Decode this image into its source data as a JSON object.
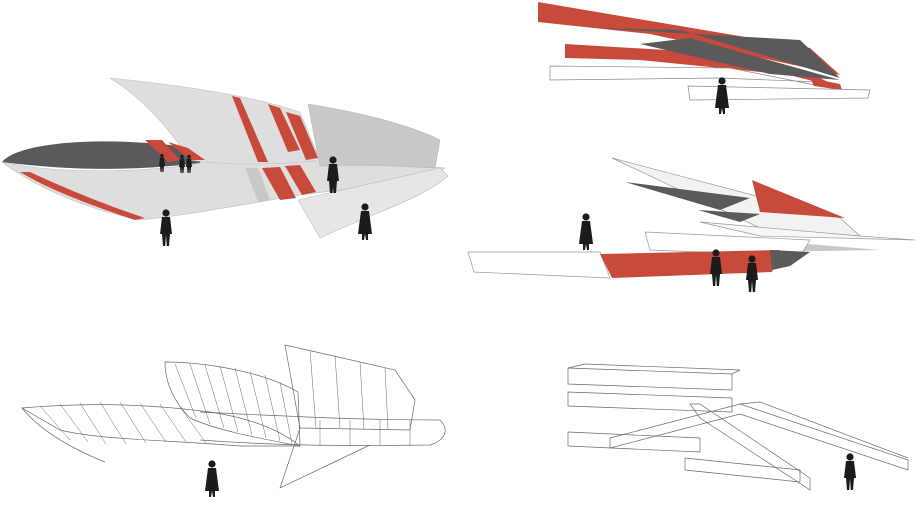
{
  "palette": {
    "background": "#ffffff",
    "accent_red": "#c84a3a",
    "surface_light": "#dedede",
    "surface_mid": "#c8c8c8",
    "surface_dark": "#5a5a5a",
    "wire": "#6a6a6a",
    "figure": "#1b1b1b"
  },
  "panels": [
    {
      "id": "curved-shaded",
      "style": "shaded"
    },
    {
      "id": "angular-shaded-top",
      "style": "shaded"
    },
    {
      "id": "angular-shaded-middle",
      "style": "shaded"
    },
    {
      "id": "curved-wireframe",
      "style": "wireframe"
    },
    {
      "id": "angular-wireframe",
      "style": "wireframe"
    }
  ]
}
